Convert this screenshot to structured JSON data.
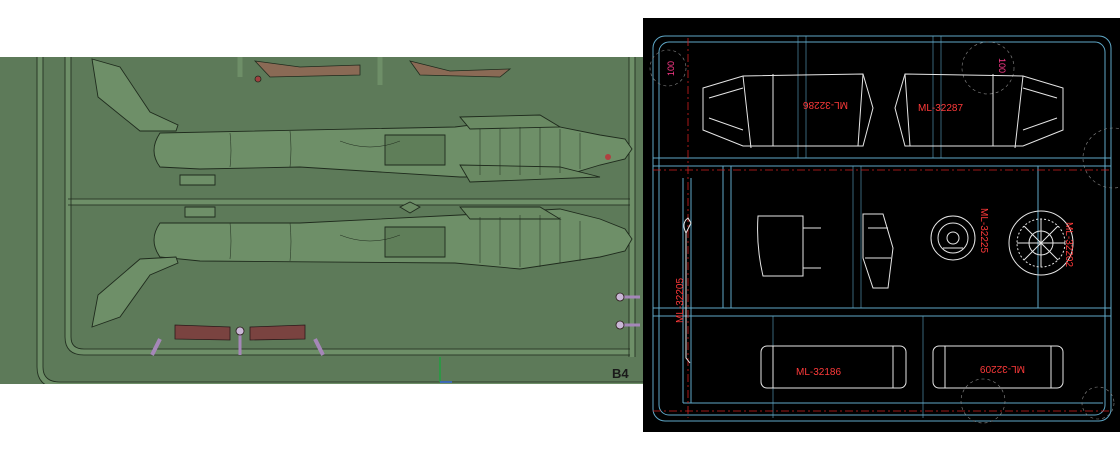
{
  "render_view": {
    "sprue_label": "B4",
    "colors": {
      "background": "#5d7a59",
      "plastic": "#6e8f68",
      "outline": "#1f2b1d",
      "part_red": "#7a4340",
      "part_tan": "#8a6a55",
      "part_purple": "#a587b8"
    },
    "axis_icon": "axis-triad-icon"
  },
  "cad_view": {
    "colors": {
      "background": "#000000",
      "frame": "#5fa8c8",
      "part": "#e6e6e6",
      "centerline": "#d02020",
      "text": "#ff3a3a",
      "mark": "#ff3a8a"
    },
    "part_labels": {
      "top_left": "ML-32286",
      "top_right": "ML-32287",
      "side_vertical": "ML-32205",
      "wheel_small": "ML-32225",
      "wheel_large": "ML-32202",
      "bottom_left": "ML-32186",
      "bottom_right": "ML-32209"
    },
    "gate_marks": {
      "left": "100",
      "right": "100"
    }
  }
}
